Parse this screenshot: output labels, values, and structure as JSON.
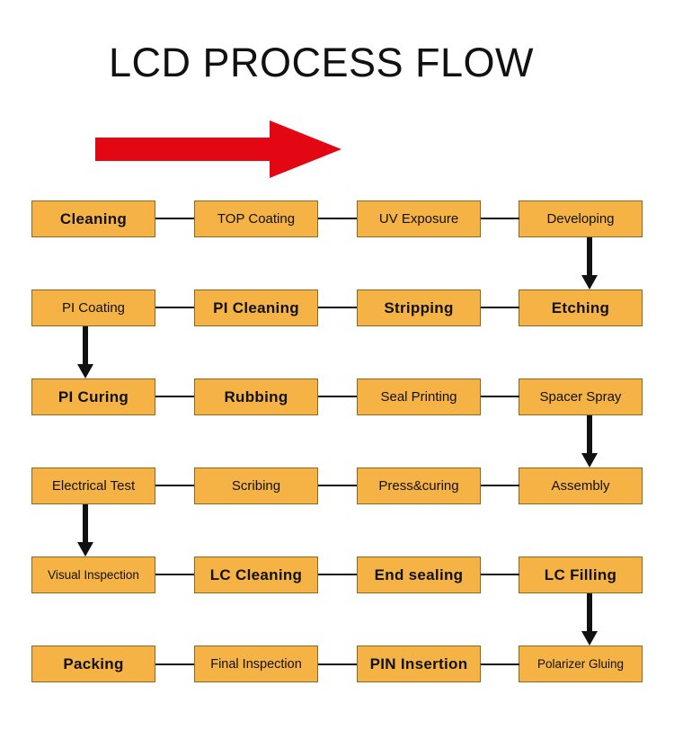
{
  "title": "LCD PROCESS FLOW",
  "colors": {
    "box_fill": "#f6b345",
    "box_border": "#8a6a20",
    "arrow": "#e30613",
    "connector": "#111111"
  },
  "rows": [
    [
      "Cleaning",
      "TOP Coating",
      "UV Exposure",
      "Developing"
    ],
    [
      "PI Coating",
      "PI Cleaning",
      "Stripping",
      "Etching"
    ],
    [
      "PI Curing",
      "Rubbing",
      "Seal Printing",
      "Spacer Spray"
    ],
    [
      "Electrical Test",
      "Scribing",
      "Press&curing",
      "Assembly"
    ],
    [
      "Visual Inspection",
      "LC Cleaning",
      "End sealing",
      "LC Filling"
    ],
    [
      "Packing",
      "Final Inspection",
      "PIN Insertion",
      "Polarizer Gluing"
    ]
  ]
}
